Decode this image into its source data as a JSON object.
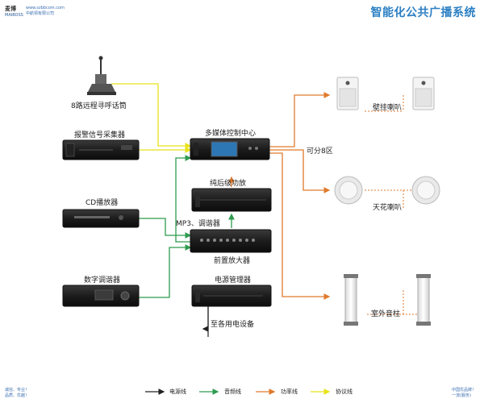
{
  "header": {
    "title": "智能化公共广播系统",
    "logo_mark": "麦博",
    "logo_sub": "MAIBOSS",
    "logo_url": "www.szbbcom.com",
    "logo_company": "中航领有限公司"
  },
  "devices": {
    "mic_label": "8路远程寻呼话筒",
    "alarm_label": "报警信号采集器",
    "media_center_label": "多媒体控制中心",
    "rear_amp_label": "纯后级功放",
    "cd_label": "CD播放器",
    "mp3_tuner_label": "MP3、调谐器",
    "preamp_label": "前置放大器",
    "tuner_label": "数字调谐器",
    "power_mgr_label": "电源管理器",
    "power_out_label": "至各用电设备",
    "zones_label": "可分8区"
  },
  "speakers": {
    "wall_label": "壁挂喇叭",
    "ceiling_label": "天花喇叭",
    "column_label": "室外音柱"
  },
  "legend": {
    "items": [
      {
        "label": "电源线",
        "color": "#222222"
      },
      {
        "label": "音频线",
        "color": "#2e9b4e"
      },
      {
        "label": "功率线",
        "color": "#e07a2c"
      },
      {
        "label": "协议线",
        "color": "#e8e21a"
      }
    ]
  },
  "footer": {
    "left_line1": "诚信、专业！",
    "left_line2": "品质、优越！",
    "right_line1": "中国优品牌！",
    "right_line2": "一流(服务)"
  }
}
